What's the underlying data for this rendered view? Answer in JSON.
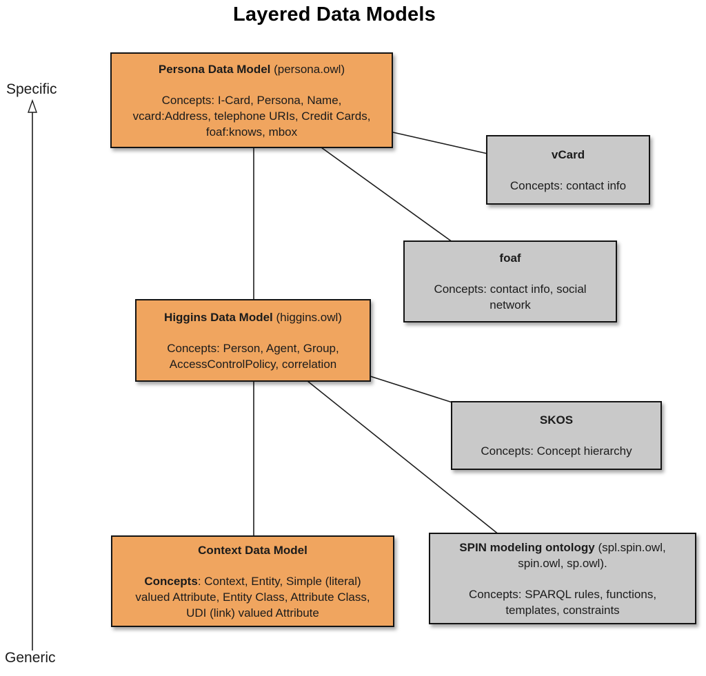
{
  "title": "Layered Data Models",
  "axis": {
    "top_label": "Specific",
    "bottom_label": "Generic"
  },
  "colors": {
    "model_box_fill": "#F0A55F",
    "ontology_box_fill": "#C9C9C9",
    "box_border": "#131313",
    "connector_line": "#1C1C1C",
    "background": "#FFFFFF"
  },
  "boxes": {
    "persona": {
      "name": "Persona Data Model",
      "suffix": " (persona.owl)",
      "body": "Concepts: I-Card, Persona, Name,\nvcard:Address, telephone URIs, Credit Cards,\nfoaf:knows, mbox"
    },
    "vcard": {
      "name": "vCard",
      "body": "Concepts: contact info"
    },
    "foaf": {
      "name": "foaf",
      "body": "Concepts: contact info, social\nnetwork"
    },
    "higgins": {
      "name": "Higgins Data Model",
      "suffix": " (higgins.owl)",
      "body": "Concepts: Person, Agent, Group,\nAccessControlPolicy, correlation"
    },
    "skos": {
      "name": "SKOS",
      "body": "Concepts: Concept hierarchy"
    },
    "context": {
      "name": "Context Data Model",
      "body_bold": "Concepts",
      "body_rest": ": Context, Entity, Simple (literal)\nvalued Attribute, Entity Class, Attribute Class,\nUDI (link) valued Attribute"
    },
    "spin": {
      "name": "SPIN modeling ontology",
      "suffix": " (spl.spin.owl,\nspin.owl, sp.owl).",
      "body": "Concepts: SPARQL rules, functions,\ntemplates, constraints"
    }
  }
}
